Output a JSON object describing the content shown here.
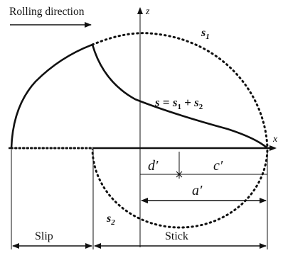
{
  "figure": {
    "rolling_direction": "Rolling direction",
    "axis_z": "z",
    "axis_x": "x",
    "s1_label": "s",
    "s1_sub": "1",
    "s2_label": "s",
    "s2_sub": "2",
    "sum_s": "s",
    "sum_eq": " = ",
    "sum_s1": "s",
    "sum_s1_sub": "1",
    "sum_plus": " + ",
    "sum_s2": "s",
    "sum_s2_sub": "2",
    "d_prime": "d′",
    "c_prime": "c′",
    "a_prime": "a′",
    "slip": "Slip",
    "stick": "Stick"
  }
}
